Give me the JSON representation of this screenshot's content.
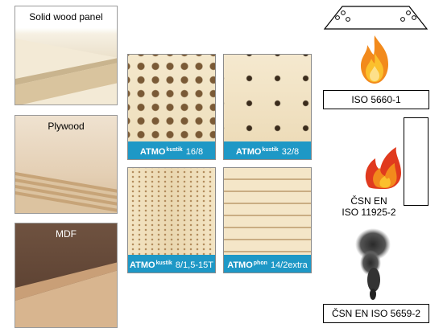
{
  "materials": [
    {
      "label": "Solid wood panel"
    },
    {
      "label": "Plywood"
    },
    {
      "label": "MDF"
    }
  ],
  "panels": [
    {
      "brand": "ATMO",
      "sup": "kustik",
      "spec": "16/8"
    },
    {
      "brand": "ATMO",
      "sup": "kustik",
      "spec": "32/8"
    },
    {
      "brand": "ATMO",
      "sup": "kustik",
      "spec": "8/1,5-15T"
    },
    {
      "brand": "ATMO",
      "sup": "phon",
      "spec": "14/2extra"
    }
  ],
  "standards": {
    "noncombustibility": "ISO 5660-1",
    "ignitability_line1": "ČSN EN",
    "ignitability_line2": "ISO 11925-2",
    "smoke": "ČSN EN ISO 5659-2"
  },
  "icons": {
    "sample_holder": "sample-holder-icon",
    "fire": "fire-icon",
    "flame": "flame-icon",
    "smoke": "smoke-icon"
  },
  "colors": {
    "caption_bar": "#1e98c6",
    "fire_orange": "#f28a1c",
    "flame_red": "#e03a1e"
  }
}
